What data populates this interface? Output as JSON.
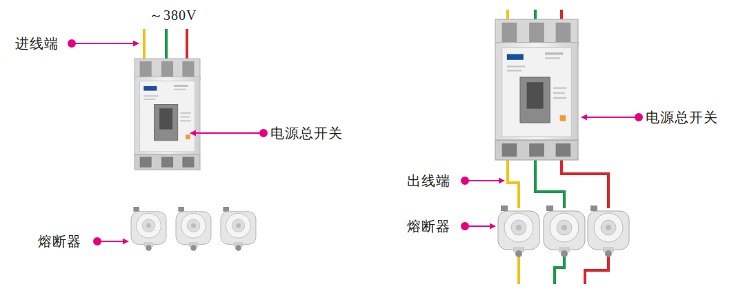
{
  "diagram": {
    "labels": [
      "～380V",
      "进线端",
      "电源总开关",
      "熔断器",
      "电源总开关",
      "出线端",
      "熔断器"
    ]
  }
}
